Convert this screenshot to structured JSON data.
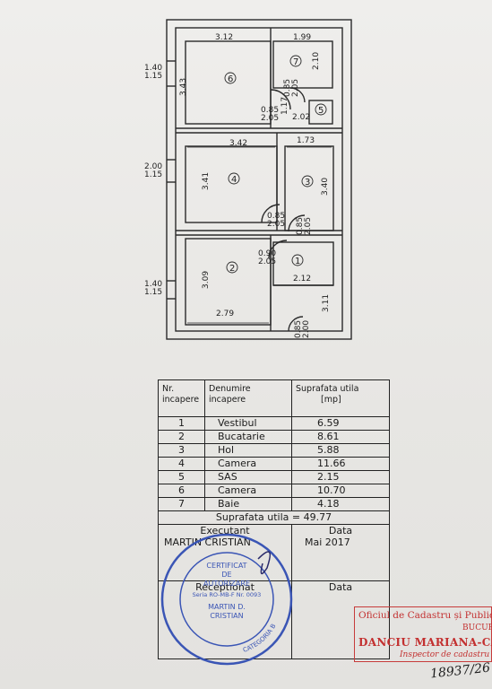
{
  "plan": {
    "labels": {
      "d_312": "3.12",
      "d_199": "1.99",
      "d_210": "2.10",
      "d_343": "3.43",
      "d_085a": "0.85",
      "d_205a": "2.05",
      "d_085b": "0.85",
      "d_205b": "2.05",
      "d_117": "1.17",
      "d_202": "2.02",
      "d_342": "3.42",
      "d_173": "1.73",
      "d_341": "3.41",
      "d_340": "3.40",
      "d_085c": "0.85",
      "d_205c": "2.05",
      "d_085d": "0.85",
      "d_205d": "2.05",
      "d_090": "0.90",
      "d_205e": "2.05",
      "d_212": "2.12",
      "d_309": "3.09",
      "d_311": "3.11",
      "d_279": "2.79",
      "d_085e": "0.85",
      "d_200": "2.00",
      "w1_a": "1.40",
      "w1_b": "1.15",
      "w2_a": "2.00",
      "w2_b": "1.15",
      "w3_a": "1.40",
      "w3_b": "1.15"
    },
    "rooms": [
      "1",
      "2",
      "3",
      "4",
      "5",
      "6",
      "7"
    ]
  },
  "table": {
    "h_nr": "Nr. incapere",
    "h_den": "Denumire incapere",
    "h_sup": "Suprafata utila",
    "h_unit": "[mp]",
    "rows": [
      {
        "nr": "1",
        "name": "Vestibul",
        "area": "6.59"
      },
      {
        "nr": "2",
        "name": "Bucatarie",
        "area": "8.61"
      },
      {
        "nr": "3",
        "name": "Hol",
        "area": "5.88"
      },
      {
        "nr": "4",
        "name": "Camera",
        "area": "11.66"
      },
      {
        "nr": "5",
        "name": "SAS",
        "area": "2.15"
      },
      {
        "nr": "6",
        "name": "Camera",
        "area": "10.70"
      },
      {
        "nr": "7",
        "name": "Baie",
        "area": "4.18"
      }
    ],
    "total": "Suprafata utila = 49.77",
    "executant_label": "Executant",
    "data_label1": "Data",
    "executant_name": "MARTIN CRISTIAN",
    "executant_date": "Mai 2017",
    "receptionat_label": "Receptionat",
    "data_label2": "Data"
  },
  "stamp": {
    "l1": "CERTIFICAT",
    "l2": "DE",
    "l3": "AUTORIZARE",
    "l4": "Seria RO-MB-F Nr. 0093",
    "l5": "MARTIN D.",
    "l6": "CRISTIAN",
    "ring": "CATEGORIA B"
  },
  "cadastru": {
    "l1": "Oficiul de Cadastru și Publicitate",
    "l2": "BUCUREȘTI",
    "l3": "DANCIU MARIANA-CA",
    "l4": "Inspector de cadastru"
  },
  "handwritten": "18937/26"
}
